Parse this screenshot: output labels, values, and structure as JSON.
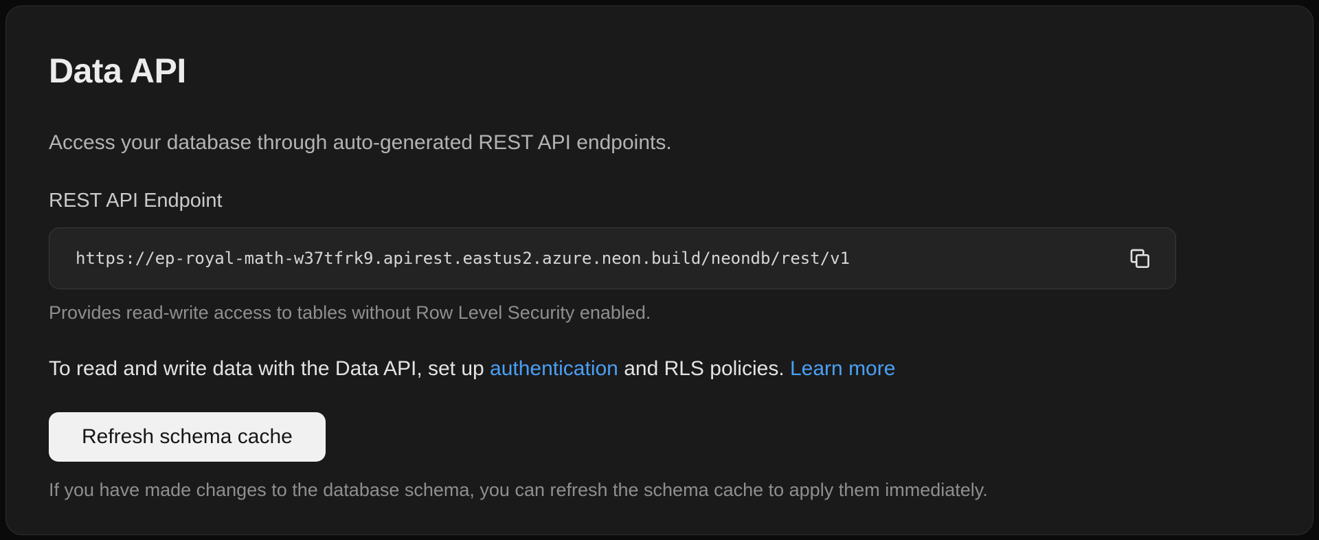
{
  "panel": {
    "title": "Data API",
    "description": "Access your database through auto-generated REST API endpoints."
  },
  "endpoint": {
    "label": "REST API Endpoint",
    "url": "https://ep-royal-math-w37tfrk9.apirest.eastus2.azure.neon.build/neondb/rest/v1",
    "copy_icon": "copy-icon",
    "helper": "Provides read-write access to tables without Row Level Security enabled."
  },
  "rls_note": {
    "prefix": "To read and write data with the Data API, set up ",
    "auth_link": "authentication",
    "middle": " and RLS policies. ",
    "learn_more_link": "Learn more"
  },
  "schema_cache": {
    "button_label": "Refresh schema cache",
    "helper": "If you have made changes to the database schema, you can refresh the schema cache to apply them immediately."
  },
  "colors": {
    "card_bg": "#1a1a1a",
    "input_bg": "#232323",
    "link": "#4aa0f5",
    "button_bg": "#f1f1f1",
    "accent_text": "#ececec"
  }
}
